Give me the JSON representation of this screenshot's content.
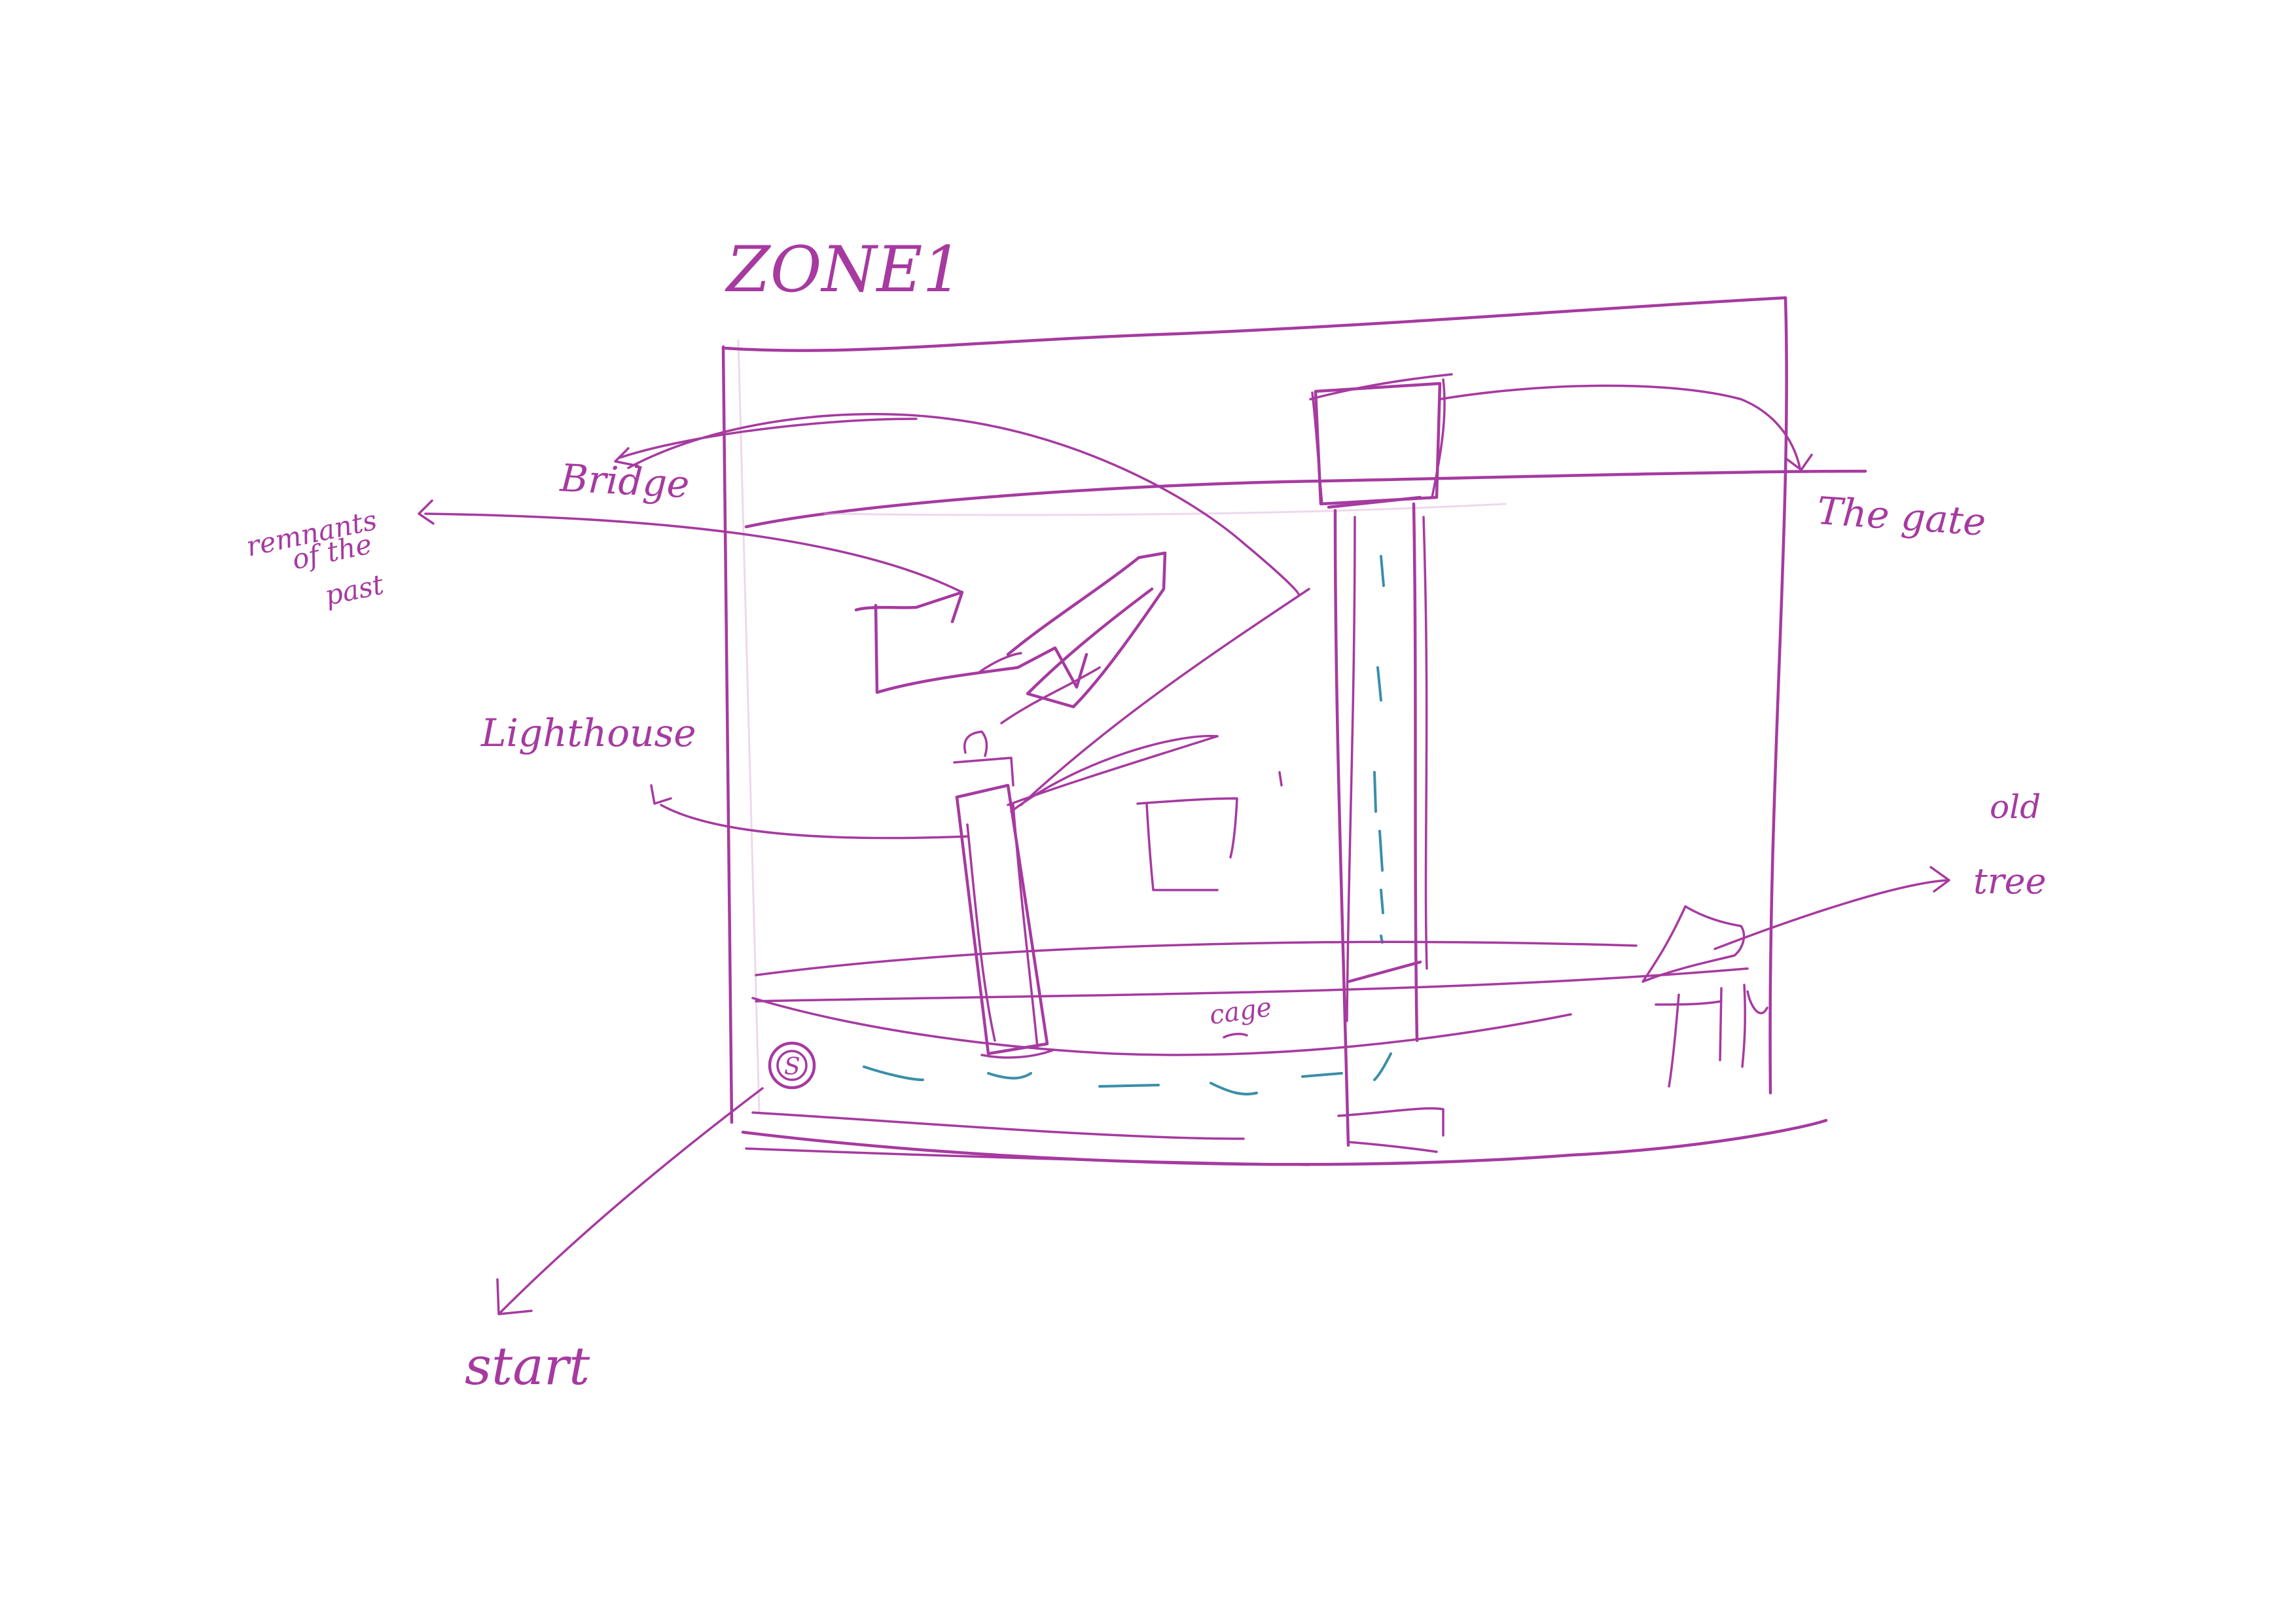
{
  "colors": {
    "ink": "#a63aa0",
    "ink_faint": "#d9a8d6",
    "path": "#3a8fa8",
    "background": "#ffffff"
  },
  "labels": {
    "zone": "ZONE1",
    "bridge": "Bridge",
    "remnants_line1": "remnants",
    "remnants_line2": "of the",
    "remnants_line3": "past",
    "lighthouse": "Lighthouse",
    "gate": "The gate",
    "old_tree_line1": "old",
    "old_tree_line2": "tree",
    "cage": "cage",
    "start_marker": "S",
    "start": "start"
  }
}
